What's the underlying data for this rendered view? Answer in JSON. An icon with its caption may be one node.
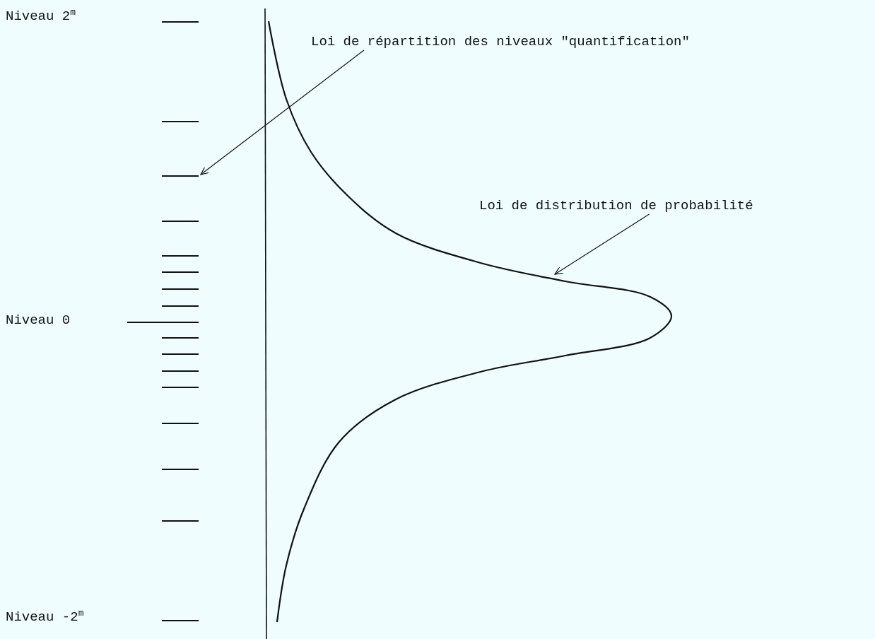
{
  "diagram": {
    "nodes": [
      {
        "text": [
          "Loi de répartition des niveaux \"quantification\""
        ]
      },
      {
        "text": [
          "Loi de distribution de probabilité"
        ]
      },
      {
        "text": [],
        "shape": "bar"
      }
    ],
    "edges": [
      {
        "from": 0,
        "to": 2,
        "arrow": "to"
      },
      {
        "from": 1,
        "to": null,
        "arrow": "to"
      }
    ],
    "labels": [
      "Niveau 2$^{m}$",
      "Niveau 0",
      "Niveau -2$^{m}$"
    ]
  }
}
